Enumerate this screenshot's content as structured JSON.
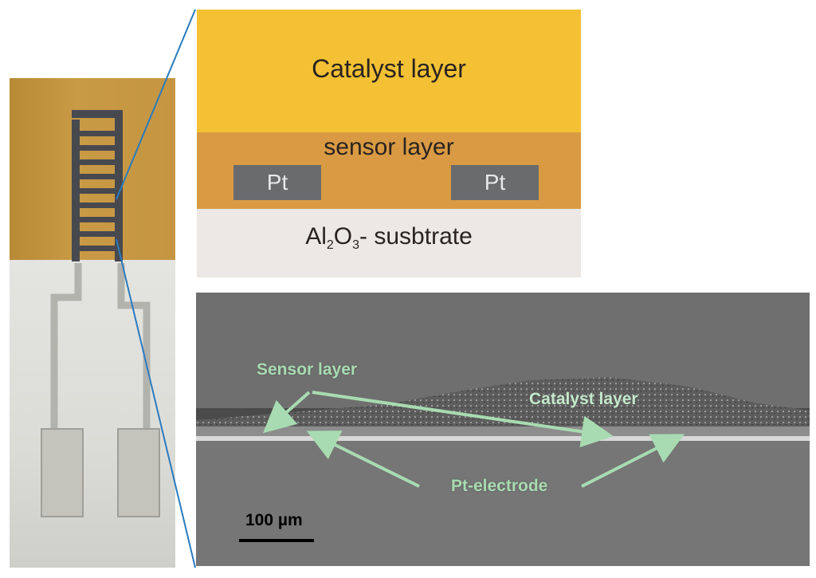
{
  "schematic": {
    "catalyst_label": "Catalyst layer",
    "sensor_label": "sensor layer",
    "pt_left": "Pt",
    "pt_right": "Pt",
    "substrate_prefix": "Al",
    "substrate_sub1": "2",
    "substrate_mid": "O",
    "substrate_sub2": "3",
    "substrate_suffix": "- susbtrate"
  },
  "sem": {
    "sensor_label": "Sensor layer",
    "catalyst_label": "Catalyst layer",
    "pt_label": "Pt-electrode",
    "scale_label": "100 µm"
  },
  "colors": {
    "catalyst": "#f3c133",
    "sensor": "#d99a43",
    "substrate": "#ebe8e5",
    "pt": "#6a6b6c",
    "connector": "#2a7bbf",
    "annotation": "#a8dbb1"
  }
}
